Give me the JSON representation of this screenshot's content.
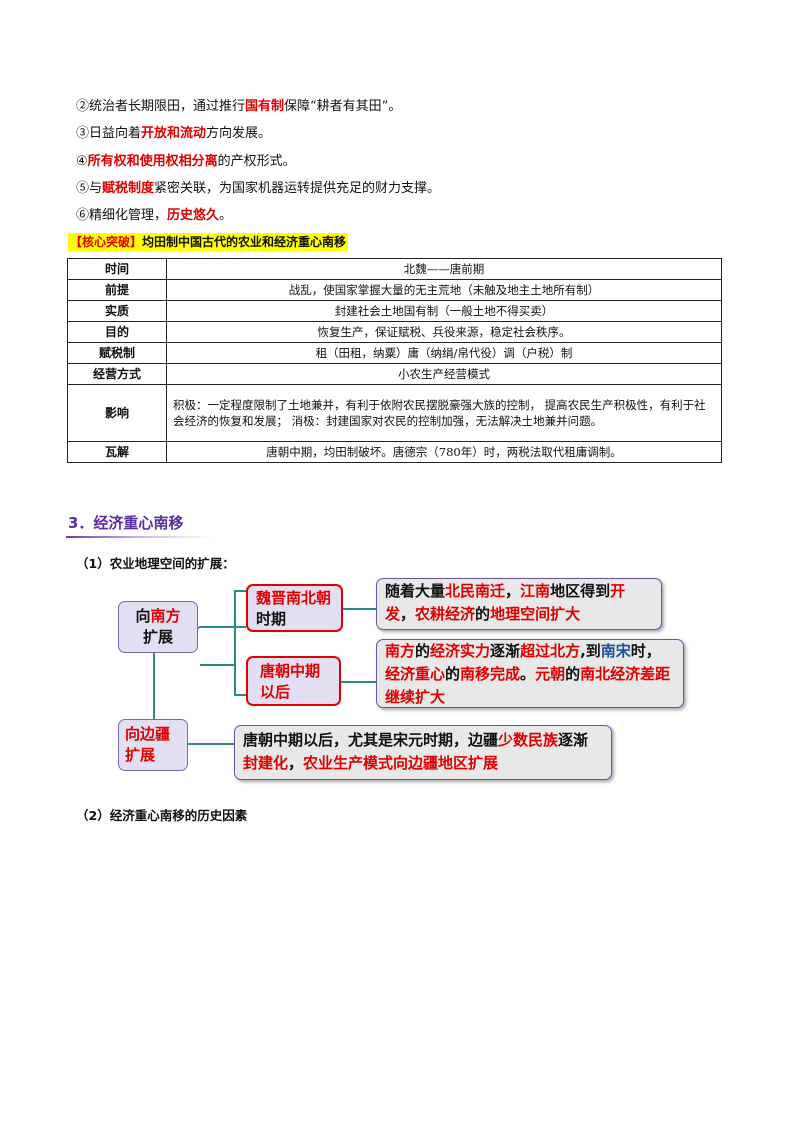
{
  "intro_lines": [
    [
      {
        "t": "②统治者长期限田，通过推行",
        "c": ""
      },
      {
        "t": "国有制",
        "c": "red"
      },
      {
        "t": "保障“耕者有其田”。",
        "c": ""
      }
    ],
    [
      {
        "t": "③日益向着",
        "c": ""
      },
      {
        "t": "开放和流动",
        "c": "red"
      },
      {
        "t": "方向发展。",
        "c": ""
      }
    ],
    [
      {
        "t": "④",
        "c": ""
      },
      {
        "t": "所有权和使用权相分离",
        "c": "red"
      },
      {
        "t": "的产权形式。",
        "c": ""
      }
    ],
    [
      {
        "t": "⑤与",
        "c": ""
      },
      {
        "t": "赋税制度",
        "c": "red"
      },
      {
        "t": "紧密关联，为国家机器运转提供充足的财力支撑。",
        "c": ""
      }
    ],
    [
      {
        "t": "⑥精细化管理，",
        "c": ""
      },
      {
        "t": "历史悠久",
        "c": "red"
      },
      {
        "t": "。",
        "c": ""
      }
    ]
  ],
  "core_heading": {
    "bracket_label": "【核心突破】",
    "title": "均田制中国古代的农业和经济重心南移"
  },
  "table_rows": [
    {
      "key": "时间",
      "value": "北魏——唐前期"
    },
    {
      "key": "前提",
      "value": "战乱，使国家掌握大量的无主荒地（未触及地主土地所有制）"
    },
    {
      "key": "实质",
      "value": "封建社会土地国有制（一般土地不得买卖）"
    },
    {
      "key": "目的",
      "value": "恢复生产，保证赋税、兵役来源，稳定社会秩序。"
    },
    {
      "key": "赋税制",
      "value": "租（田租，纳粟）庸（纳绢/帛代役）调（户税）制"
    },
    {
      "key": "经营方式",
      "value": "小农生产经营模式"
    },
    {
      "key": "影响",
      "value": "积极：一定程度限制了土地兼并，有利于依附农民摆脱豪强大族的控制， 提高农民生产积极性，有利于社会经济的恢复和发展； 消极：封建国家对农民的控制加强，无法解决土地兼并问题。"
    },
    {
      "key": "瓦解",
      "value": "唐朝中期，均田制破坏。唐德宗（780年）时，两税法取代租庸调制。"
    }
  ],
  "section3_title": "3．经济重心南移",
  "sub1": "（1）农业地理空间的扩展：",
  "sub2": "（2）经济重心南移的历史因素",
  "diagram": {
    "south": [
      {
        "t": "向",
        "c": ""
      },
      {
        "t": "南方",
        "c": "r"
      },
      {
        "t": "扩展",
        "c": ""
      }
    ],
    "frontier": [
      {
        "t": "向边疆扩展",
        "c": "r"
      }
    ],
    "weijin": [
      {
        "t": "魏晋南北朝",
        "c": "r"
      },
      {
        "t": "时期",
        "c": ""
      }
    ],
    "tang": [
      {
        "t": "唐朝中期以后",
        "c": "r"
      }
    ],
    "weijin_text": [
      {
        "t": "随着大量",
        "c": ""
      },
      {
        "t": "北民南迁",
        "c": "r"
      },
      {
        "t": "，",
        "c": ""
      },
      {
        "t": "江南",
        "c": "r"
      },
      {
        "t": "地区得到",
        "c": ""
      },
      {
        "t": "开发",
        "c": "r"
      },
      {
        "t": "，",
        "c": ""
      },
      {
        "t": "农耕经济",
        "c": "r"
      },
      {
        "t": "的",
        "c": ""
      },
      {
        "t": "地理空间扩大",
        "c": "r"
      }
    ],
    "tang_text": [
      {
        "t": "南方",
        "c": "r"
      },
      {
        "t": "的",
        "c": ""
      },
      {
        "t": "经济实力",
        "c": "r"
      },
      {
        "t": "逐渐",
        "c": ""
      },
      {
        "t": "超过北方",
        "c": "r"
      },
      {
        "t": ",到",
        "c": ""
      },
      {
        "t": "南宋",
        "c": "b"
      },
      {
        "t": "时，",
        "c": ""
      },
      {
        "t": "经济重心",
        "c": "r"
      },
      {
        "t": "的",
        "c": ""
      },
      {
        "t": "南移完成",
        "c": "r"
      },
      {
        "t": "。",
        "c": ""
      },
      {
        "t": "元朝",
        "c": "r"
      },
      {
        "t": "的",
        "c": ""
      },
      {
        "t": "南北经济差距继续扩大",
        "c": "r"
      }
    ],
    "frontier_text": [
      {
        "t": "唐朝中期以后，尤其是宋元时期，边疆",
        "c": ""
      },
      {
        "t": "少数民族",
        "c": "r"
      },
      {
        "t": "逐渐",
        "c": ""
      },
      {
        "t": "封建化",
        "c": "r"
      },
      {
        "t": "，",
        "c": ""
      },
      {
        "t": "农业生产模式向边疆地区扩展",
        "c": "r"
      }
    ]
  }
}
